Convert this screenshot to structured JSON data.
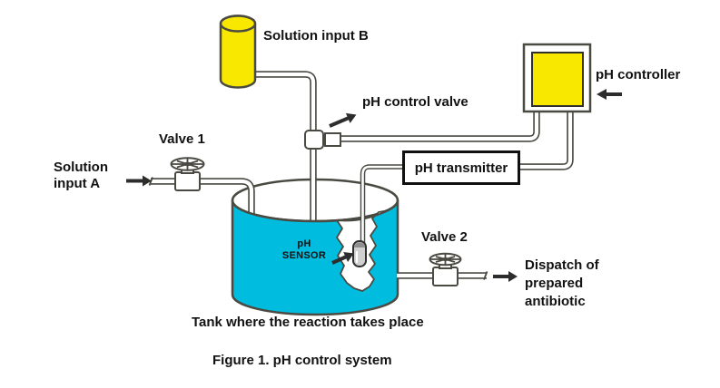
{
  "colors": {
    "yellow": "#f8e800",
    "cyan": "#00bcdf",
    "outline": "#4a4a42",
    "ink": "#121212"
  },
  "labels": {
    "solution_input_b": "Solution input B",
    "ph_control_valve": "pH control valve",
    "ph_controller": "pH controller",
    "ph_transmitter": "pH transmitter",
    "valve_1": "Valve 1",
    "solution_input_a": "Solution input A",
    "ph_sensor": "pH SENSOR",
    "valve_2": "Valve 2",
    "dispatch": "Dispatch of prepared antibiotic"
  },
  "captions": {
    "tank": "Tank where the reaction takes place",
    "figure": "Figure 1. pH control system"
  }
}
